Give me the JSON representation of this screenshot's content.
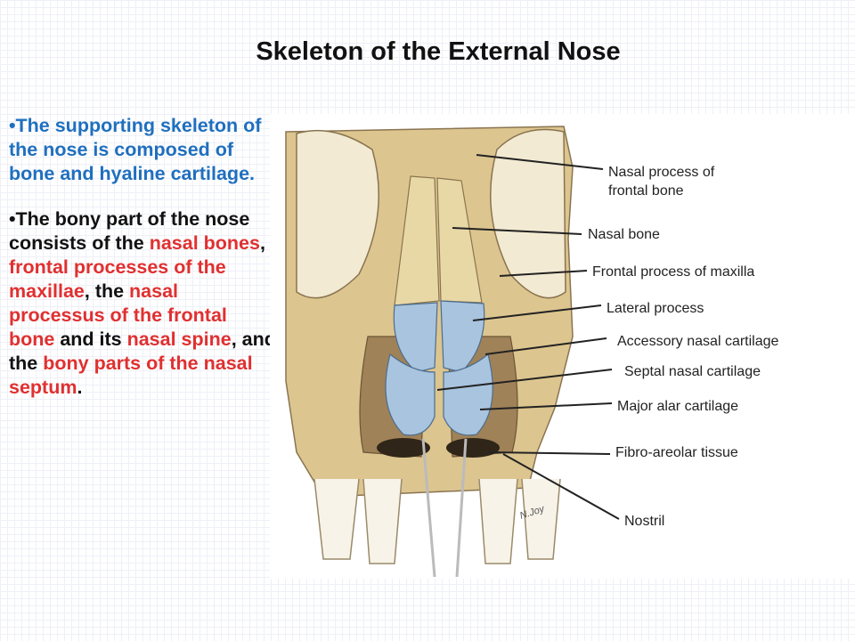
{
  "title": "Skeleton of the External Nose",
  "paragraph1": {
    "bullet": "•",
    "text": "The supporting skeleton of the nose is composed of bone and hyaline cartilage."
  },
  "paragraph2": {
    "bullet": "•",
    "t1": "The bony part of the nose  consists of the ",
    "h1": "nasal bones",
    "t2": ", ",
    "h2": "frontal processes of the maxillae",
    "t3": ", the ",
    "h3": "nasal processus of the frontal bone",
    "t4": " and its ",
    "h4": "nasal spine",
    "t5": ", and the ",
    "h5": "bony parts of the nasal septum",
    "t6": "."
  },
  "figure": {
    "labels": [
      "Nasal process of",
      "frontal bone",
      "Nasal bone",
      "Frontal process of maxilla",
      "Lateral process",
      "Accessory nasal cartilage",
      "Septal nasal cartilage",
      "Major alar cartilage",
      "Fibro-areolar tissue",
      "Nostril"
    ],
    "signature": "N.Joy",
    "colors": {
      "bone": "#d9c28a",
      "bone_light": "#efe3bd",
      "cartilage": "#a9c4de",
      "accent_red": "#e03030",
      "accent_blue": "#1f6fbf"
    }
  }
}
